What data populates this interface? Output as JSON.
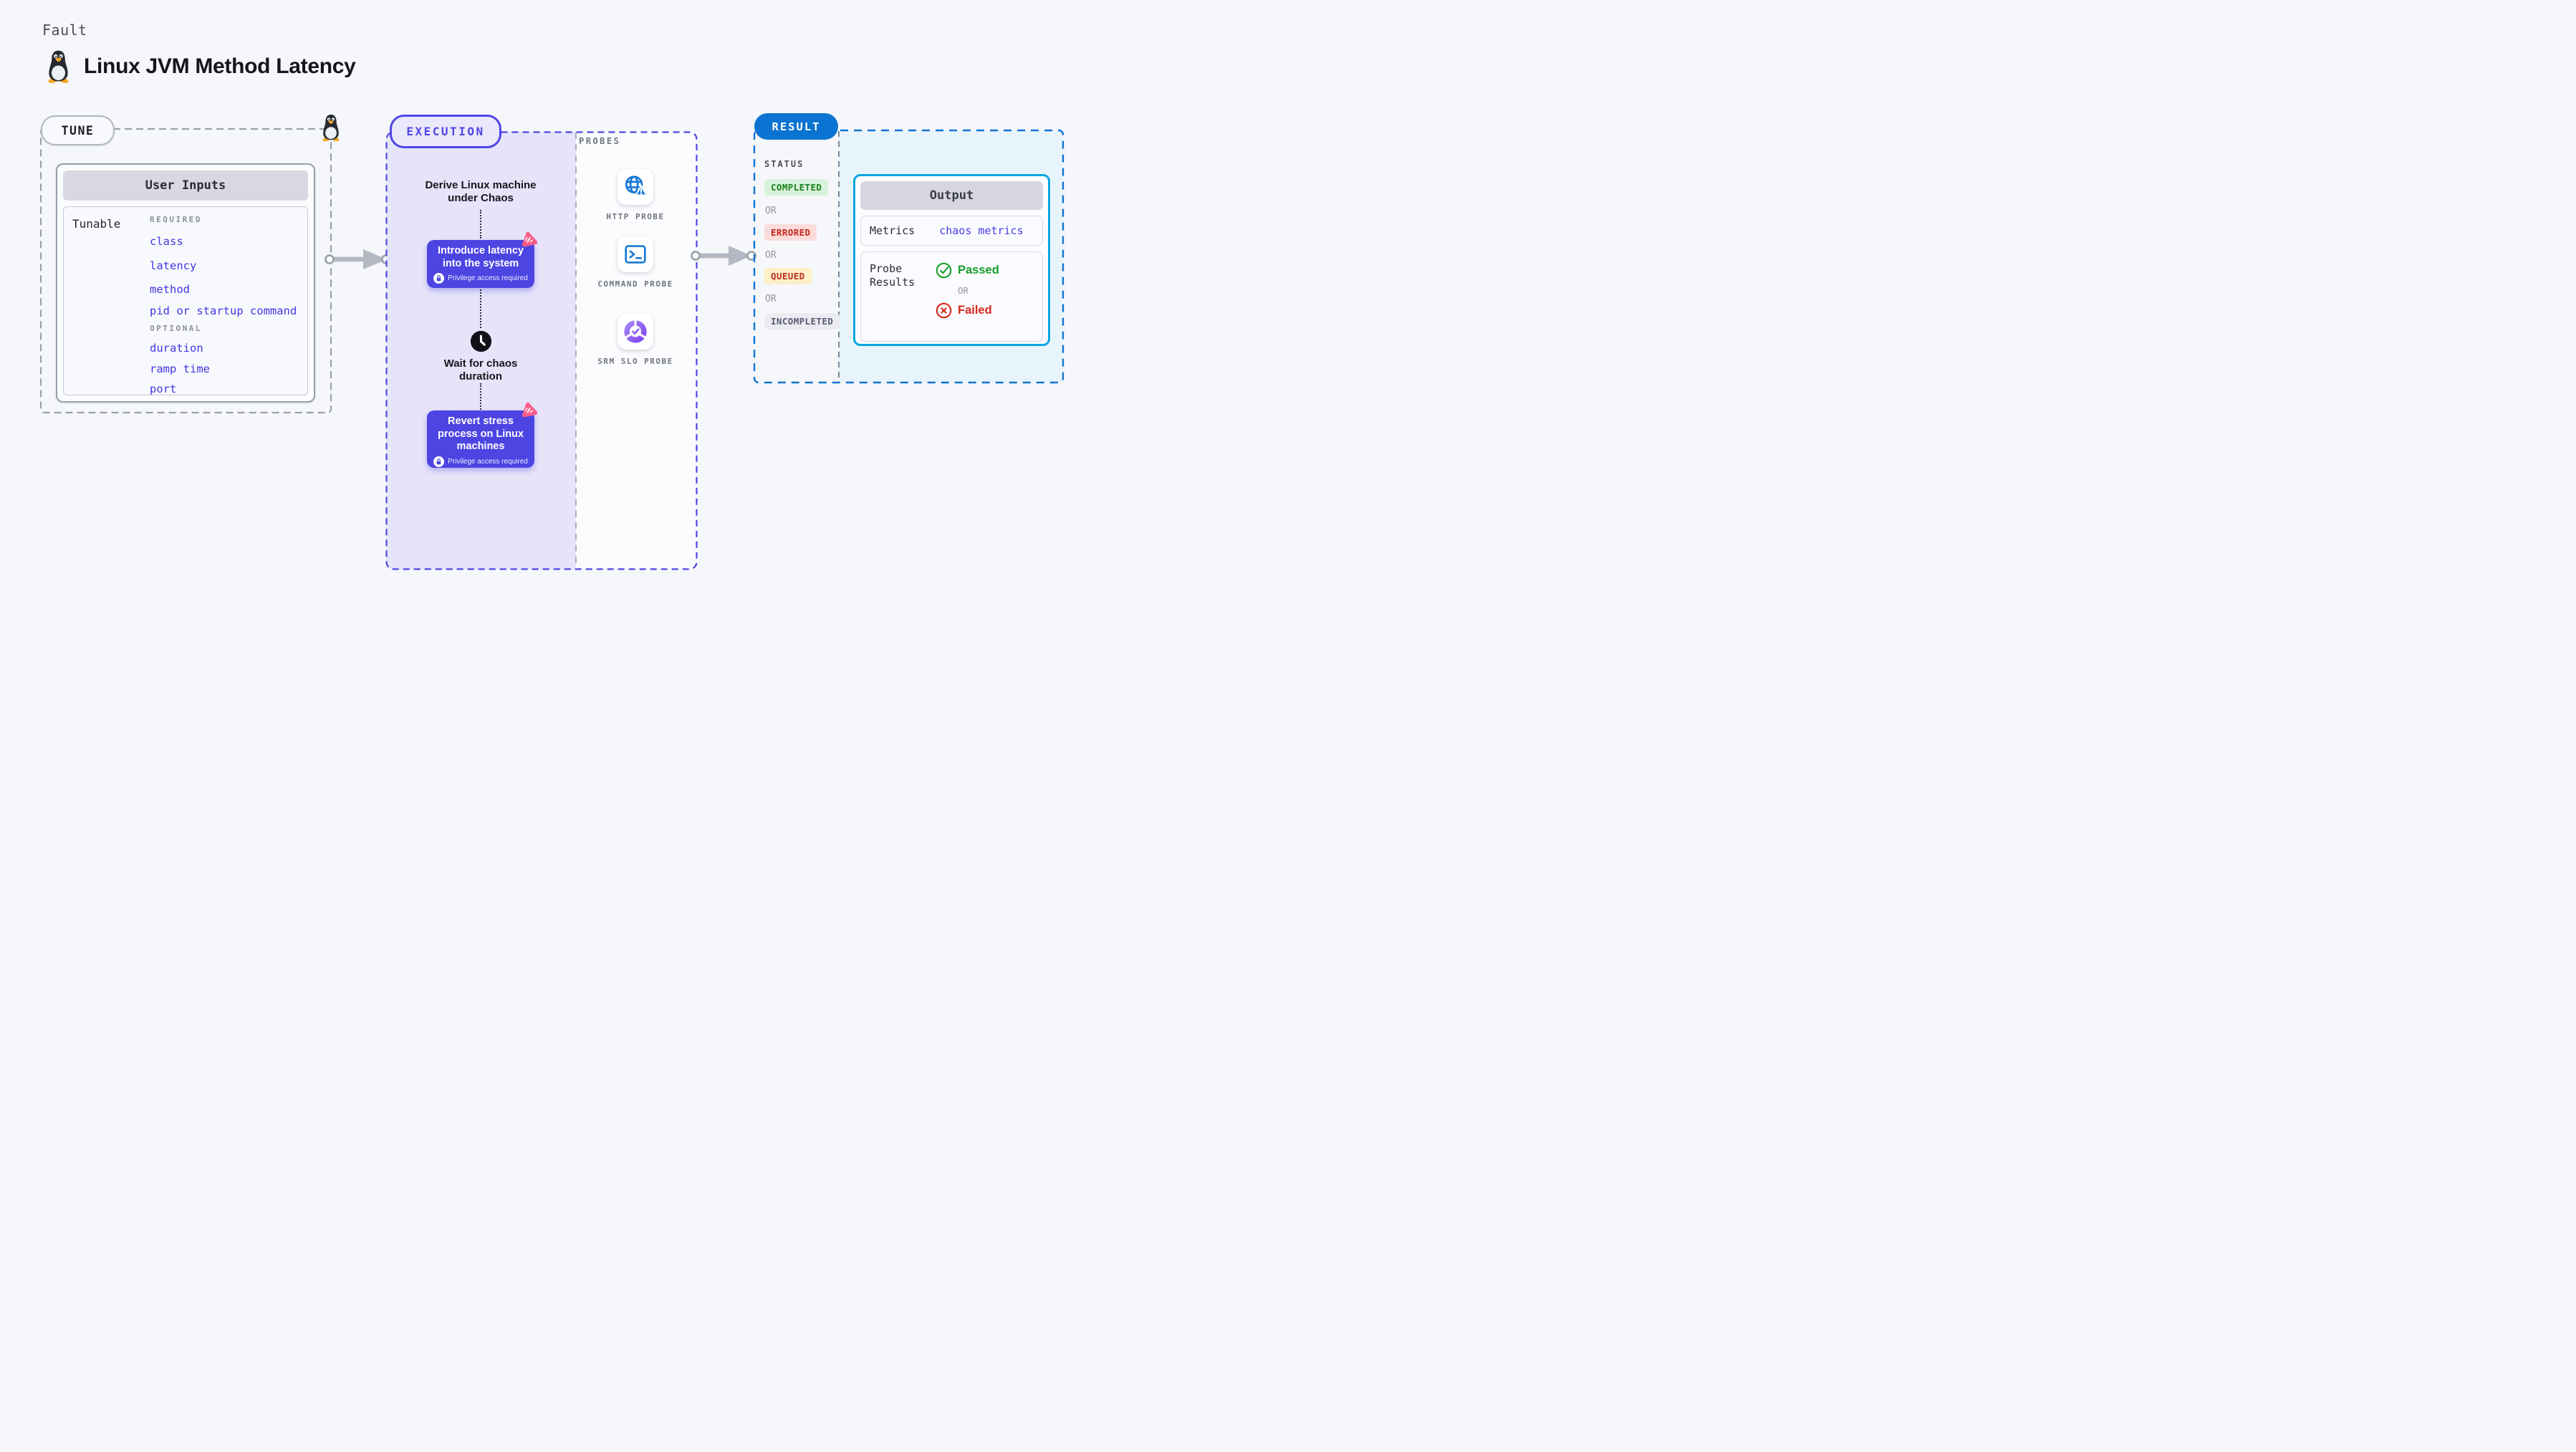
{
  "page": {
    "kind_label": "Fault",
    "title": "Linux JVM Method Latency"
  },
  "colors": {
    "accent_indigo": "#4f46e5",
    "accent_blue": "#0b73d1",
    "accent_cyan": "#0aa6dd",
    "link_blue": "#4334e1",
    "success_green": "#17821f",
    "error_red": "#c3251d",
    "queued_red": "#bf2f26",
    "pink_chaos": "#fb5c88",
    "probe_icon_blue": "#1679d5"
  },
  "tune": {
    "badge": "TUNE",
    "table": {
      "header": "User Inputs",
      "row_label": "Tunable",
      "required_label": "REQUIRED",
      "required_items": [
        "class",
        "latency",
        "method",
        "pid or startup command"
      ],
      "optional_label": "OPTIONAL",
      "optional_items": [
        "duration",
        "ramp time",
        "port"
      ]
    }
  },
  "execution": {
    "badge": "EXECUTION",
    "derive_step": "Derive Linux machine under Chaos",
    "inject_step": "Introduce latency into the system",
    "wait_step": "Wait for chaos duration",
    "revert_step": "Revert stress process on Linux machines",
    "privilege_note": "Privilege access required",
    "probes": {
      "label": "PROBES",
      "items": [
        "HTTP PROBE",
        "COMMAND PROBE",
        "SRM SLO PROBE"
      ]
    }
  },
  "result": {
    "badge": "RESULT",
    "status": {
      "label": "STATUS",
      "or": "OR",
      "completed": "COMPLETED",
      "errored": "ERRORED",
      "queued": "QUEUED",
      "incompleted": "INCOMPLETED"
    },
    "output": {
      "header": "Output",
      "metrics_label": "Metrics",
      "metrics_value": "chaos metrics",
      "probe_results_label": "Probe Results",
      "passed": "Passed",
      "or": "OR",
      "failed": "Failed"
    }
  }
}
